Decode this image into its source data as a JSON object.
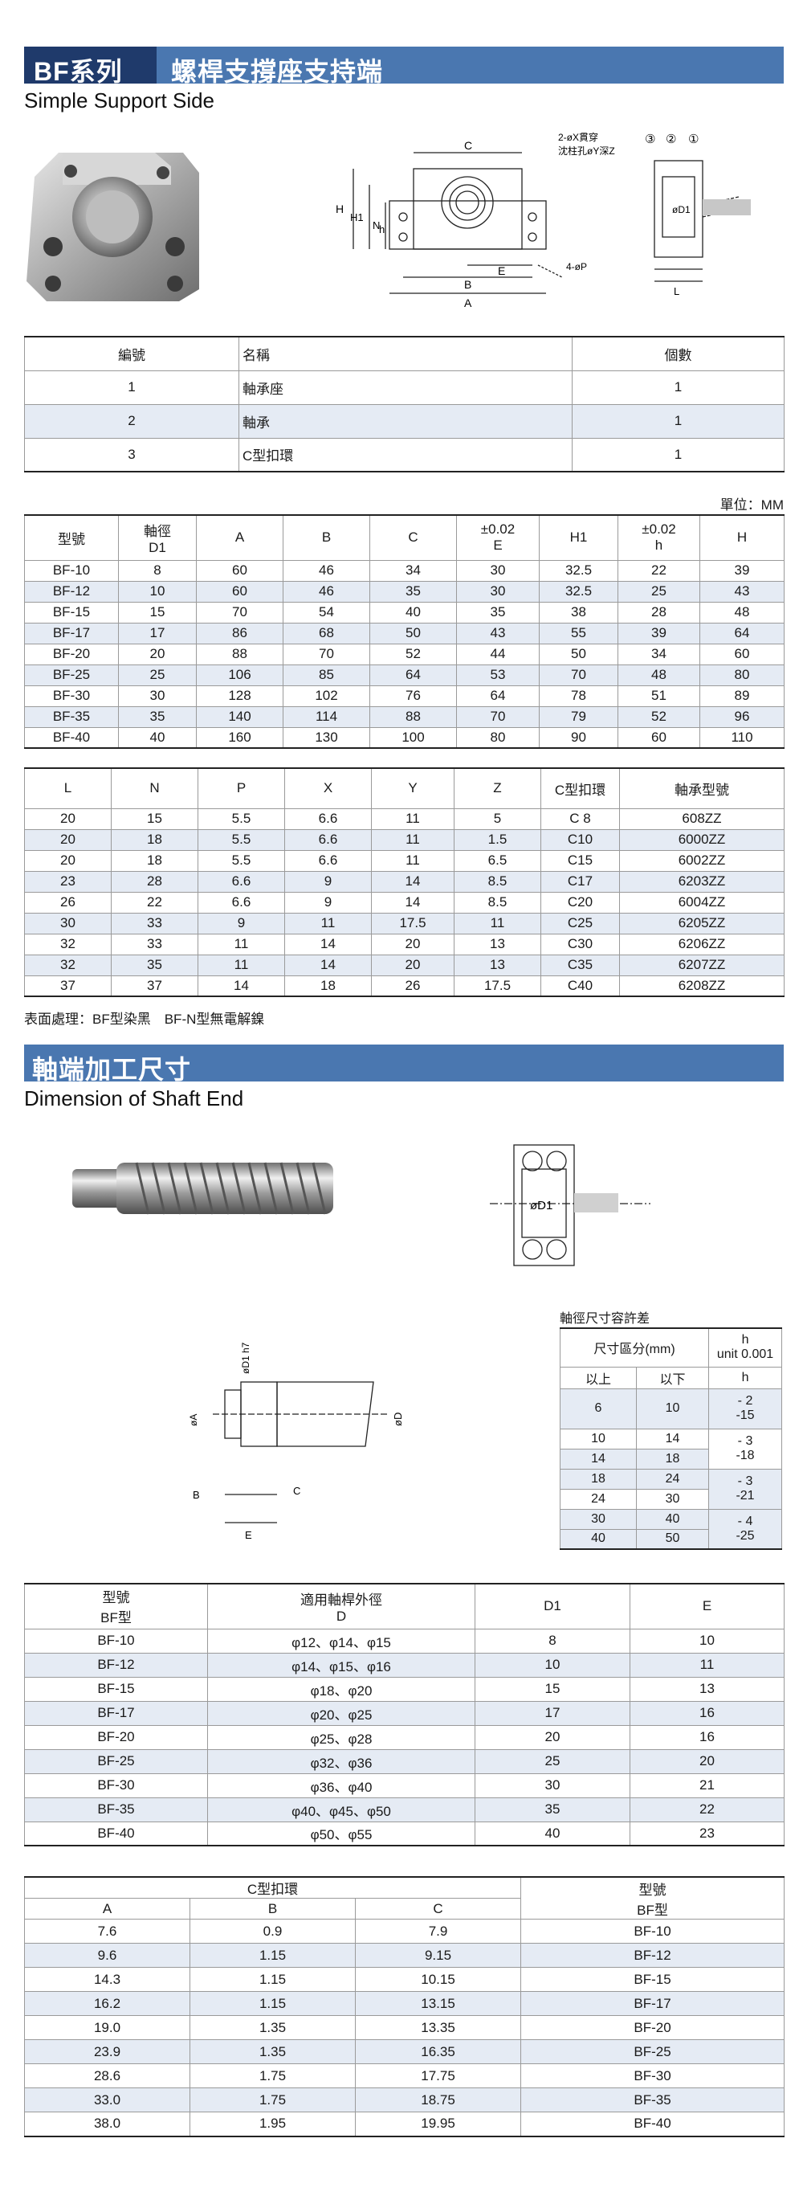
{
  "section1": {
    "banner_series": "BF系列",
    "banner_title": "螺桿支撐座支持端",
    "subtitle": "Simple Support Side",
    "drawing_labels": {
      "hole_note_1": "2-øX貫穿",
      "hole_note_2": "沈柱孔øY深Z",
      "p_hole": "4-øP",
      "c": "C",
      "a": "A",
      "b": "B",
      "e": "E",
      "h": "H",
      "h1": "H1",
      "n": "N",
      "h_small": "h",
      "d1": "øD1",
      "l": "L",
      "circle_3": "③",
      "circle_2": "②",
      "circle_1": "①"
    }
  },
  "parts_table": {
    "headers": [
      "編號",
      "名稱",
      "個數"
    ],
    "rows": [
      [
        "1",
        "軸承座",
        "1"
      ],
      [
        "2",
        "軸承",
        "1"
      ],
      [
        "3",
        "C型扣環",
        "1"
      ]
    ]
  },
  "unit_label": "單位：MM",
  "dims_table": {
    "headers": [
      {
        "top": "型號",
        "bottom": ""
      },
      {
        "top": "軸徑",
        "bottom": "D1"
      },
      {
        "top": "A",
        "bottom": ""
      },
      {
        "top": "B",
        "bottom": ""
      },
      {
        "top": "C",
        "bottom": ""
      },
      {
        "top": "±0.02",
        "bottom": "E"
      },
      {
        "top": "H1",
        "bottom": ""
      },
      {
        "top": "±0.02",
        "bottom": "h"
      },
      {
        "top": "H",
        "bottom": ""
      }
    ],
    "rows": [
      [
        "BF-10",
        "8",
        "60",
        "46",
        "34",
        "30",
        "32.5",
        "22",
        "39"
      ],
      [
        "BF-12",
        "10",
        "60",
        "46",
        "35",
        "30",
        "32.5",
        "25",
        "43"
      ],
      [
        "BF-15",
        "15",
        "70",
        "54",
        "40",
        "35",
        "38",
        "28",
        "48"
      ],
      [
        "BF-17",
        "17",
        "86",
        "68",
        "50",
        "43",
        "55",
        "39",
        "64"
      ],
      [
        "BF-20",
        "20",
        "88",
        "70",
        "52",
        "44",
        "50",
        "34",
        "60"
      ],
      [
        "BF-25",
        "25",
        "106",
        "85",
        "64",
        "53",
        "70",
        "48",
        "80"
      ],
      [
        "BF-30",
        "30",
        "128",
        "102",
        "76",
        "64",
        "78",
        "51",
        "89"
      ],
      [
        "BF-35",
        "35",
        "140",
        "114",
        "88",
        "70",
        "79",
        "52",
        "96"
      ],
      [
        "BF-40",
        "40",
        "160",
        "130",
        "100",
        "80",
        "90",
        "60",
        "110"
      ]
    ]
  },
  "dims_table2": {
    "headers": [
      "L",
      "N",
      "P",
      "X",
      "Y",
      "Z",
      "C型扣環",
      "軸承型號"
    ],
    "rows": [
      [
        "20",
        "15",
        "5.5",
        "6.6",
        "11",
        "5",
        "C 8",
        "608ZZ"
      ],
      [
        "20",
        "18",
        "5.5",
        "6.6",
        "11",
        "1.5",
        "C10",
        "6000ZZ"
      ],
      [
        "20",
        "18",
        "5.5",
        "6.6",
        "11",
        "6.5",
        "C15",
        "6002ZZ"
      ],
      [
        "23",
        "28",
        "6.6",
        "9",
        "14",
        "8.5",
        "C17",
        "6203ZZ"
      ],
      [
        "26",
        "22",
        "6.6",
        "9",
        "14",
        "8.5",
        "C20",
        "6004ZZ"
      ],
      [
        "30",
        "33",
        "9",
        "11",
        "17.5",
        "11",
        "C25",
        "6205ZZ"
      ],
      [
        "32",
        "33",
        "11",
        "14",
        "20",
        "13",
        "C30",
        "6206ZZ"
      ],
      [
        "32",
        "35",
        "11",
        "14",
        "20",
        "13",
        "C35",
        "6207ZZ"
      ],
      [
        "37",
        "37",
        "14",
        "18",
        "26",
        "17.5",
        "C40",
        "6208ZZ"
      ]
    ]
  },
  "surface_note": "表面處理：BF型染黑　BF-N型無電解鎳",
  "section2": {
    "banner_title": "軸端加工尺寸",
    "subtitle": "Dimension of Shaft End",
    "drawing_labels": {
      "d1": "øD1",
      "d1_h7": "øD1 h7",
      "a": "øA",
      "d": "øD",
      "b": "B",
      "c": "C",
      "e": "E"
    }
  },
  "tolerance_table": {
    "caption": "軸徑尺寸容許差",
    "header_range": "尺寸區分(mm)",
    "header_h": "h",
    "header_unit": "unit 0.001",
    "sub_above": "以上",
    "sub_below": "以下",
    "sub_h": "h",
    "rows": [
      {
        "above": "6",
        "below": "10",
        "h": "- 2\n-15"
      },
      {
        "above": "10",
        "below": "14",
        "h": "- 3\n-18"
      },
      {
        "above": "14",
        "below": "18",
        "h": ""
      },
      {
        "above": "18",
        "below": "24",
        "h": "- 3\n-21"
      },
      {
        "above": "24",
        "below": "30",
        "h": ""
      },
      {
        "above": "30",
        "below": "40",
        "h": "- 4\n-25"
      },
      {
        "above": "40",
        "below": "50",
        "h": ""
      }
    ]
  },
  "shaft_table": {
    "headers": {
      "model_top": "型號",
      "model_bottom": "BF型",
      "d_top": "適用軸桿外徑",
      "d_bottom": "D",
      "d1": "D1",
      "e": "E"
    },
    "rows": [
      [
        "BF-10",
        "φ12、φ14、φ15",
        "8",
        "10"
      ],
      [
        "BF-12",
        "φ14、φ15、φ16",
        "10",
        "11"
      ],
      [
        "BF-15",
        "φ18、φ20",
        "15",
        "13"
      ],
      [
        "BF-17",
        "φ20、φ25",
        "17",
        "16"
      ],
      [
        "BF-20",
        "φ25、φ28",
        "20",
        "16"
      ],
      [
        "BF-25",
        "φ32、φ36",
        "25",
        "20"
      ],
      [
        "BF-30",
        "φ36、φ40",
        "30",
        "21"
      ],
      [
        "BF-35",
        "φ40、φ45、φ50",
        "35",
        "22"
      ],
      [
        "BF-40",
        "φ50、φ55",
        "40",
        "23"
      ]
    ]
  },
  "clip_table": {
    "group_header": "C型扣環",
    "headers": [
      "A",
      "B",
      "C"
    ],
    "model_top": "型號",
    "model_bottom": "BF型",
    "rows": [
      [
        "7.6",
        "0.9",
        "7.9",
        "BF-10"
      ],
      [
        "9.6",
        "1.15",
        "9.15",
        "BF-12"
      ],
      [
        "14.3",
        "1.15",
        "10.15",
        "BF-15"
      ],
      [
        "16.2",
        "1.15",
        "13.15",
        "BF-17"
      ],
      [
        "19.0",
        "1.35",
        "13.35",
        "BF-20"
      ],
      [
        "23.9",
        "1.35",
        "16.35",
        "BF-25"
      ],
      [
        "28.6",
        "1.75",
        "17.75",
        "BF-30"
      ],
      [
        "33.0",
        "1.75",
        "18.75",
        "BF-35"
      ],
      [
        "38.0",
        "1.95",
        "19.95",
        "BF-40"
      ]
    ]
  }
}
